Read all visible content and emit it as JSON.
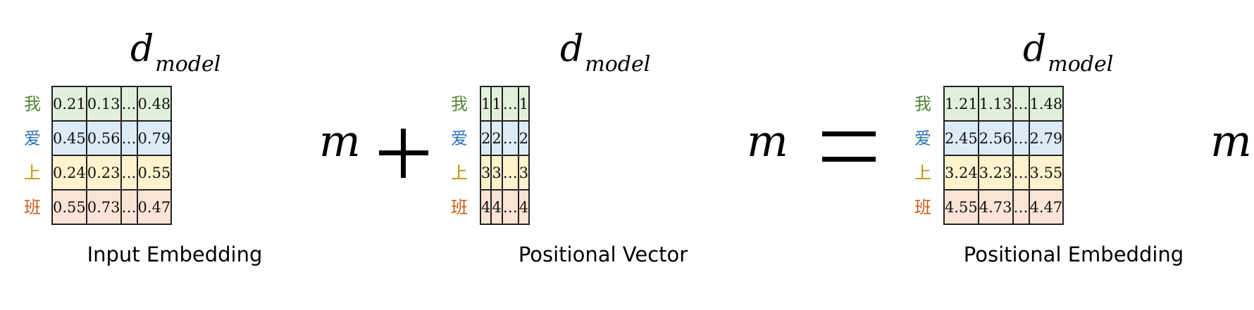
{
  "dmodel_main": "d",
  "dmodel_sub": "model",
  "rows_symbol": "m",
  "tokens": [
    "我",
    "爱",
    "上",
    "班"
  ],
  "token_colors": [
    "#548235",
    "#2e75b6",
    "#bf8f00",
    "#c55a11"
  ],
  "row_colors": [
    "#e2efda",
    "#ddebf7",
    "#fff2cc",
    "#fbe4d5"
  ],
  "matrices": [
    {
      "caption": "Input Embedding",
      "rows": [
        [
          "0.21",
          "0.13",
          "…",
          "0.48"
        ],
        [
          "0.45",
          "0.56",
          "…",
          "0.79"
        ],
        [
          "0.24",
          "0.23",
          "…",
          "0.55"
        ],
        [
          "0.55",
          "0.73",
          "…",
          "0.47"
        ]
      ]
    },
    {
      "caption": "Positional Vector",
      "rows": [
        [
          "1",
          "1",
          "…",
          "1"
        ],
        [
          "2",
          "2",
          "…",
          "2"
        ],
        [
          "3",
          "3",
          "…",
          "3"
        ],
        [
          "4",
          "4",
          "…",
          "4"
        ]
      ]
    },
    {
      "caption": "Positional Embedding",
      "rows": [
        [
          "1.21",
          "1.13",
          "…",
          "1.48"
        ],
        [
          "2.45",
          "2.56",
          "…",
          "2.79"
        ],
        [
          "3.24",
          "3.23",
          "…",
          "3.55"
        ],
        [
          "4.55",
          "4.73",
          "…",
          "4.47"
        ]
      ]
    }
  ],
  "operators": {
    "plus": "plus-sign",
    "equals": "equals-sign"
  }
}
